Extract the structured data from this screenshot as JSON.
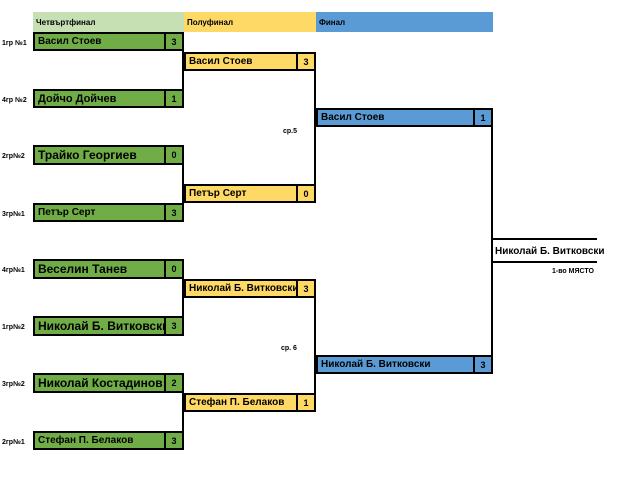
{
  "headers": {
    "quarterfinal": "Четвъртфинал",
    "semifinal": "Полуфинал",
    "final": "Финал"
  },
  "colors": {
    "quarterfinal_header": "#c6e0b4",
    "semifinal_header": "#ffd966",
    "final_header": "#5b9bd5",
    "quarterfinal_cell": "#70ad47",
    "semifinal_cell": "#ffd966",
    "final_cell": "#5b9bd5"
  },
  "quarterfinals": [
    {
      "seed": "1гр №1",
      "name": "Васил Стоев",
      "score": "3"
    },
    {
      "seed": "4гр №2",
      "name": "Дойчо Дойчев",
      "score": "1"
    },
    {
      "seed": "2гр№2",
      "name": "Трайко Георгиев",
      "score": "0"
    },
    {
      "seed": "3гр№1",
      "name": "Петър Серт",
      "score": "3"
    },
    {
      "seed": "4гр№1",
      "name": "Веселин Танев",
      "score": "0"
    },
    {
      "seed": "1гр№2",
      "name": "Николай Б. Витковски",
      "score": "3"
    },
    {
      "seed": "3гр№2",
      "name": "Николай Костадинов",
      "score": "2"
    },
    {
      "seed": "2гр№1",
      "name": "Стефан П. Белаков",
      "score": "3"
    }
  ],
  "semifinals": [
    {
      "name": "Васил Стоев",
      "score": "3"
    },
    {
      "name": "Петър Серт",
      "score": "0"
    },
    {
      "name": "Николай Б. Витковски",
      "score": "3"
    },
    {
      "name": "Стефан П. Белаков",
      "score": "1"
    }
  ],
  "match_labels": {
    "m5": "ср.5",
    "m6": "ср. 6"
  },
  "finals": [
    {
      "name": "Васил Стоев",
      "score": "1"
    },
    {
      "name": "Николай Б. Витковски",
      "score": "3"
    }
  ],
  "winner": {
    "name": "Николай Б. Витковски",
    "place": "1-во МЯСТО"
  }
}
